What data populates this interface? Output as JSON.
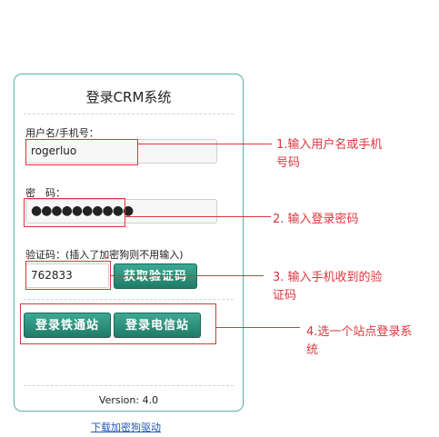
{
  "panel": {
    "title": "登录CRM系统",
    "username_label": "用户名/手机号：",
    "username_value": "rogerluo",
    "password_label": "密　码：",
    "password_value": "●●●●●●●●●●",
    "captcha_label": "验证码：(插入了加密狗则不用输入)",
    "captcha_value": "762833",
    "get_code_button": "获取验证码",
    "login_tietong_button": "登录铁通站",
    "login_dianxin_button": "登录电信站",
    "version": "Version: 4.0"
  },
  "download_link": "下载加密狗驱动",
  "annotations": {
    "a1_line1": "1.输入用户名或手机",
    "a1_line2": "号码",
    "a2": "2. 输入登录密码",
    "a3_line1": "3. 输入手机收到的验",
    "a3_line2": "证码",
    "a4_line1": "4.选一个站点登录系",
    "a4_line2": "统"
  },
  "colors": {
    "accent": "#2a8f7a",
    "annotation_red": "#d9363e",
    "link": "#2156b5"
  }
}
